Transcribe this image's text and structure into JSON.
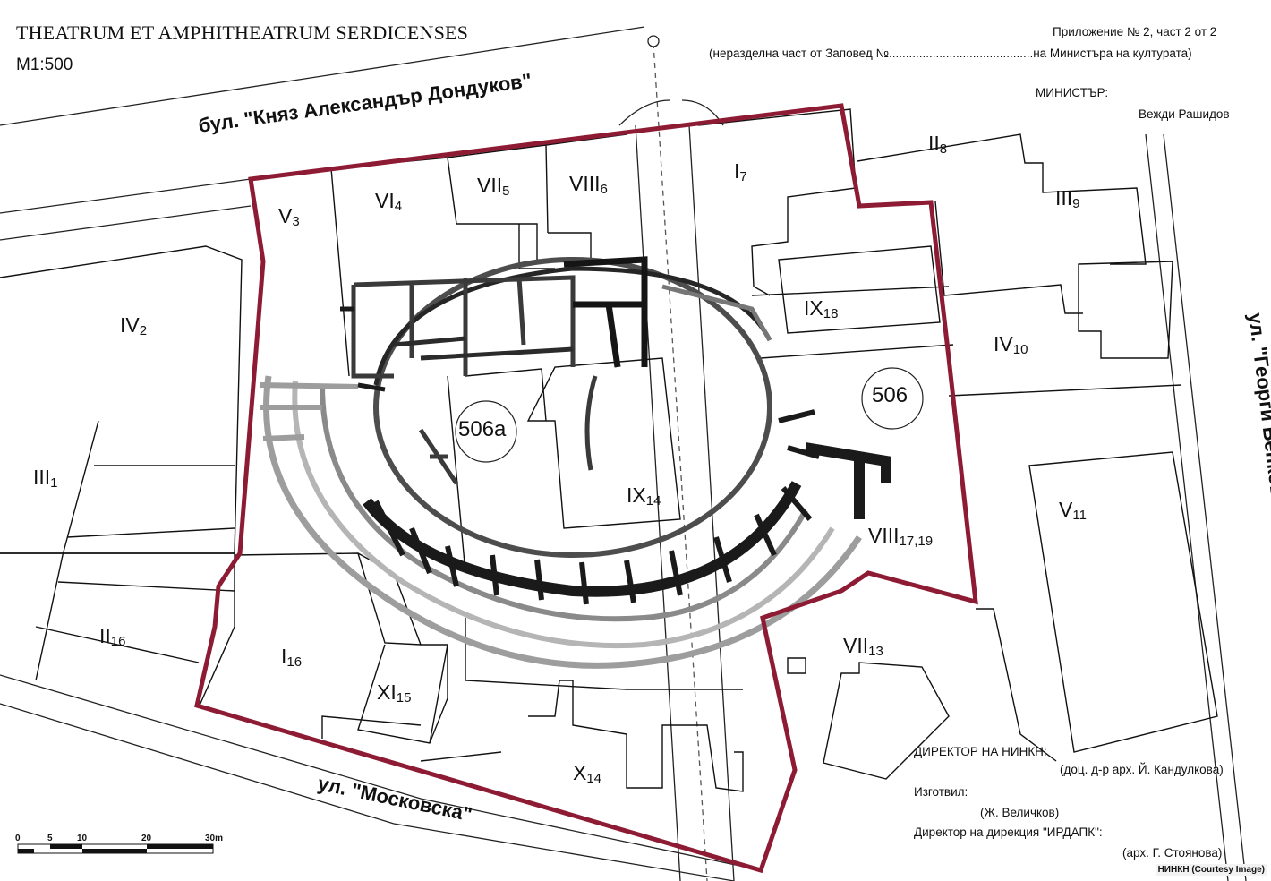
{
  "header": {
    "title": "THEATRUM ET AMPHITHEATRUM SERDICENSES",
    "scale": "М1:500",
    "appendix": "Приложение № 2, част 2 от 2",
    "appendix_note": "(неразделна част от Заповед №...........................................на Министъра на културата)",
    "minister_title": "МИНИСТЪР:",
    "minister_name": "Вежди Рашидов"
  },
  "streets": {
    "north": "бул. \"Княз Александър Дондуков\"",
    "south": "ул. \"Московска\"",
    "east": "ул. \"Георги Бенковски\""
  },
  "plots": {
    "p506a": "506а",
    "p506": "506"
  },
  "lots": [
    {
      "num": "V",
      "sub": "3"
    },
    {
      "num": "VI",
      "sub": "4"
    },
    {
      "num": "VII",
      "sub": "5"
    },
    {
      "num": "VIII",
      "sub": "6"
    },
    {
      "num": "I",
      "sub": "7"
    },
    {
      "num": "II",
      "sub": "8"
    },
    {
      "num": "III",
      "sub": "9"
    },
    {
      "num": "IV",
      "sub": "2"
    },
    {
      "num": "IX",
      "sub": "18"
    },
    {
      "num": "IV",
      "sub": "10"
    },
    {
      "num": "III",
      "sub": "1"
    },
    {
      "num": "IX",
      "sub": "14"
    },
    {
      "num": "V",
      "sub": "11"
    },
    {
      "num": "VIII",
      "sub": "17,19"
    },
    {
      "num": "II",
      "sub": "16"
    },
    {
      "num": "I",
      "sub": "16"
    },
    {
      "num": "VII",
      "sub": "13"
    },
    {
      "num": "XI",
      "sub": "15"
    },
    {
      "num": "X",
      "sub": "14"
    }
  ],
  "signatures": {
    "ninkn_director": "ДИРЕКТОР НА НИНКН:",
    "ninkn_director_name": "(доц. д-р арх. Й. Кандулкова)",
    "prepared": "Изготвил:",
    "prepared_name": "(Ж. Величков)",
    "irdapk_director": "Директор на дирекция \"ИРДАПК\":",
    "irdapk_director_name": "(арх. Г. Стоянова)"
  },
  "scale_bar": {
    "labels": [
      "0",
      "5",
      "10",
      "20",
      "30m"
    ]
  },
  "credit": "НИНКН (Courtesy Image)",
  "colors": {
    "boundary": "#8e1b34",
    "ruin_dark": "#1a1a1a",
    "ruin_mid": "#5a5a5a",
    "ruin_light": "#9d9d9d"
  }
}
